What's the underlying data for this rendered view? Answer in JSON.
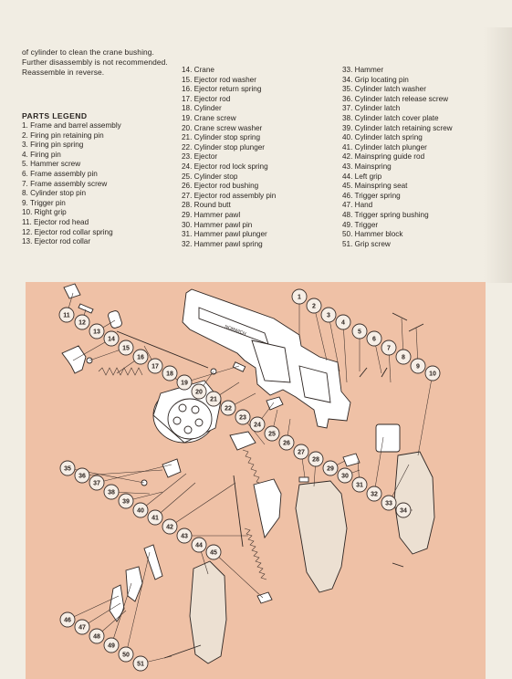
{
  "intro": [
    "of cylinder to clean the crane bushing.",
    "Further disassembly is not recommended.",
    "Reassemble in reverse."
  ],
  "legend_title": "PARTS LEGEND",
  "legend": {
    "col1": [
      "1.  Frame and barrel assembly",
      "2.  Firing pin retaining pin",
      "3.  Firing pin spring",
      "4.  Firing pin",
      "5.  Hammer screw",
      "6.  Frame assembly pin",
      "7.  Frame assembly screw",
      "8.  Cylinder stop pin",
      "9.  Trigger pin",
      "10.  Right grip",
      "11.  Ejector rod head",
      "12.  Ejector rod collar spring",
      "13.  Ejector rod collar"
    ],
    "col2": [
      "14.  Crane",
      "15.  Ejector rod washer",
      "16.  Ejector return spring",
      "17.  Ejector rod",
      "18.  Cylinder",
      "19.  Crane screw",
      "20.  Crane screw washer",
      "21.  Cylinder stop spring",
      "22.  Cylinder stop plunger",
      "23.  Ejector",
      "24.  Ejector rod lock spring",
      "25.  Cylinder stop",
      "26.  Ejector rod bushing",
      "27.  Ejector rod assembly pin",
      "28.  Round butt",
      "29.  Hammer pawl",
      "30.  Hammer pawl pin",
      "31.  Hammer pawl plunger",
      "32.  Hammer pawl spring"
    ],
    "col3": [
      "33.  Hammer",
      "34.  Grip locating pin",
      "35.  Cylinder latch washer",
      "36.  Cylinder latch release screw",
      "37.  Cylinder latch",
      "38.  Cylinder latch cover plate",
      "39.  Cylinder latch retaining screw",
      "40.  Cylinder latch spring",
      "41.  Cylinder latch plunger",
      "42.  Mainspring guide rod",
      "43.  Mainspring",
      "44.  Left grip",
      "45.  Mainspring seat",
      "46.  Trigger spring",
      "47.  Hand",
      "48.  Trigger spring bushing",
      "49.  Trigger",
      "50.  Hammer block",
      "51.  Grip screw"
    ]
  },
  "callouts": [
    "1",
    "2",
    "3",
    "4",
    "5",
    "6",
    "7",
    "8",
    "9",
    "10",
    "11",
    "12",
    "13",
    "14",
    "15",
    "16",
    "17",
    "18",
    "19",
    "20",
    "21",
    "22",
    "23",
    "24",
    "25",
    "26",
    "27",
    "28",
    "29",
    "30",
    "31",
    "32",
    "33",
    "34",
    "35",
    "36",
    "37",
    "38",
    "39",
    "40",
    "41",
    "42",
    "43",
    "44",
    "45",
    "46",
    "47",
    "48",
    "49",
    "50",
    "51"
  ],
  "frame_marking": "NORWICH",
  "colors": {
    "diagram_bg": "#efc1a6",
    "page_bg": "#f1ede3",
    "ink": "#2b2622"
  }
}
